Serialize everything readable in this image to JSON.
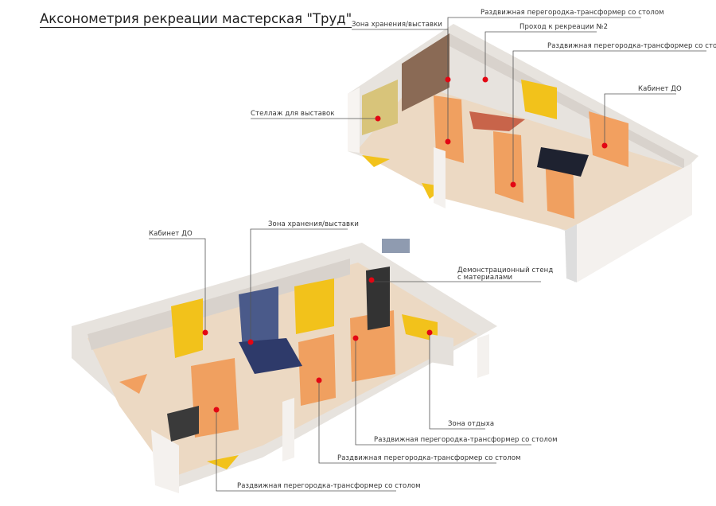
{
  "title": "Аксонометрия рекреации мастерская \"Труд\"",
  "upper_labels": {
    "storage": "Зона хранения/выставки",
    "partition_1": "Раздвижная перегородка-трансформер со столом",
    "passage": "Проход к рекреации №2",
    "partition_2": "Раздвижная перегородка-трансформер со столом",
    "cabinet": "Кабинет ДО",
    "rack": "Стеллаж для выставок"
  },
  "lower_labels": {
    "cabinet": "Кабинет ДО",
    "storage": "Зона хранения/выставки",
    "stand_line1": "Демонстрационный стенд",
    "stand_line2": "с материалами",
    "rest": "Зона отдыха",
    "partition_1": "Раздвижная перегородка-трансформер со столом",
    "partition_2": "Раздвижная перегородка-трансформер со столом",
    "partition_3": "Раздвижная перегородка-трансформер со столом"
  },
  "colors": {
    "marker": "#e30613",
    "partition": "#f0a060",
    "floor": "#ecd9c3",
    "wall": "#f1ede8",
    "accent_yellow": "#f2c21b",
    "accent_blue": "#4a5a8a"
  }
}
